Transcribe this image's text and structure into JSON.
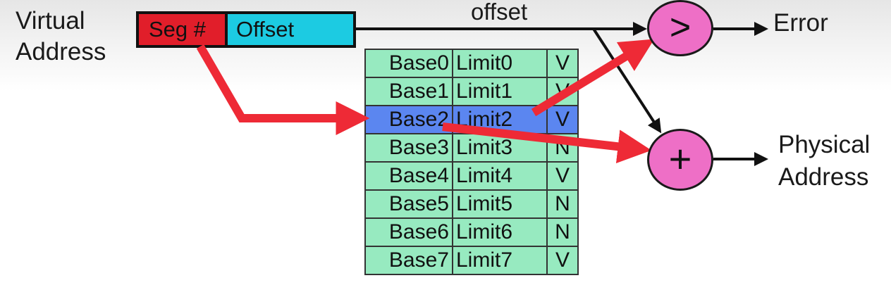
{
  "virtual_address_label": "Virtual\nAddress",
  "physical_address_label": "Physical\nAddress",
  "offset_label": "offset",
  "error_label": "Error",
  "va_fields": {
    "seg": "Seg #",
    "offset": "Offset"
  },
  "comparator_symbol": ">",
  "adder_symbol": "+",
  "highlighted_row": 2,
  "colors": {
    "seg_field": "#e11e2a",
    "offset_field": "#1ccbe2",
    "table_row": "#97eac0",
    "highlight_row": "#5b86f0",
    "circle": "#ee6fc6",
    "red_arrow": "#ee2a36"
  },
  "segment_table": [
    {
      "base": "Base0",
      "limit": "Limit0",
      "valid": "V"
    },
    {
      "base": "Base1",
      "limit": "Limit1",
      "valid": "V"
    },
    {
      "base": "Base2",
      "limit": "Limit2",
      "valid": "V"
    },
    {
      "base": "Base3",
      "limit": "Limit3",
      "valid": "N"
    },
    {
      "base": "Base4",
      "limit": "Limit4",
      "valid": "V"
    },
    {
      "base": "Base5",
      "limit": "Limit5",
      "valid": "N"
    },
    {
      "base": "Base6",
      "limit": "Limit6",
      "valid": "N"
    },
    {
      "base": "Base7",
      "limit": "Limit7",
      "valid": "V"
    }
  ]
}
